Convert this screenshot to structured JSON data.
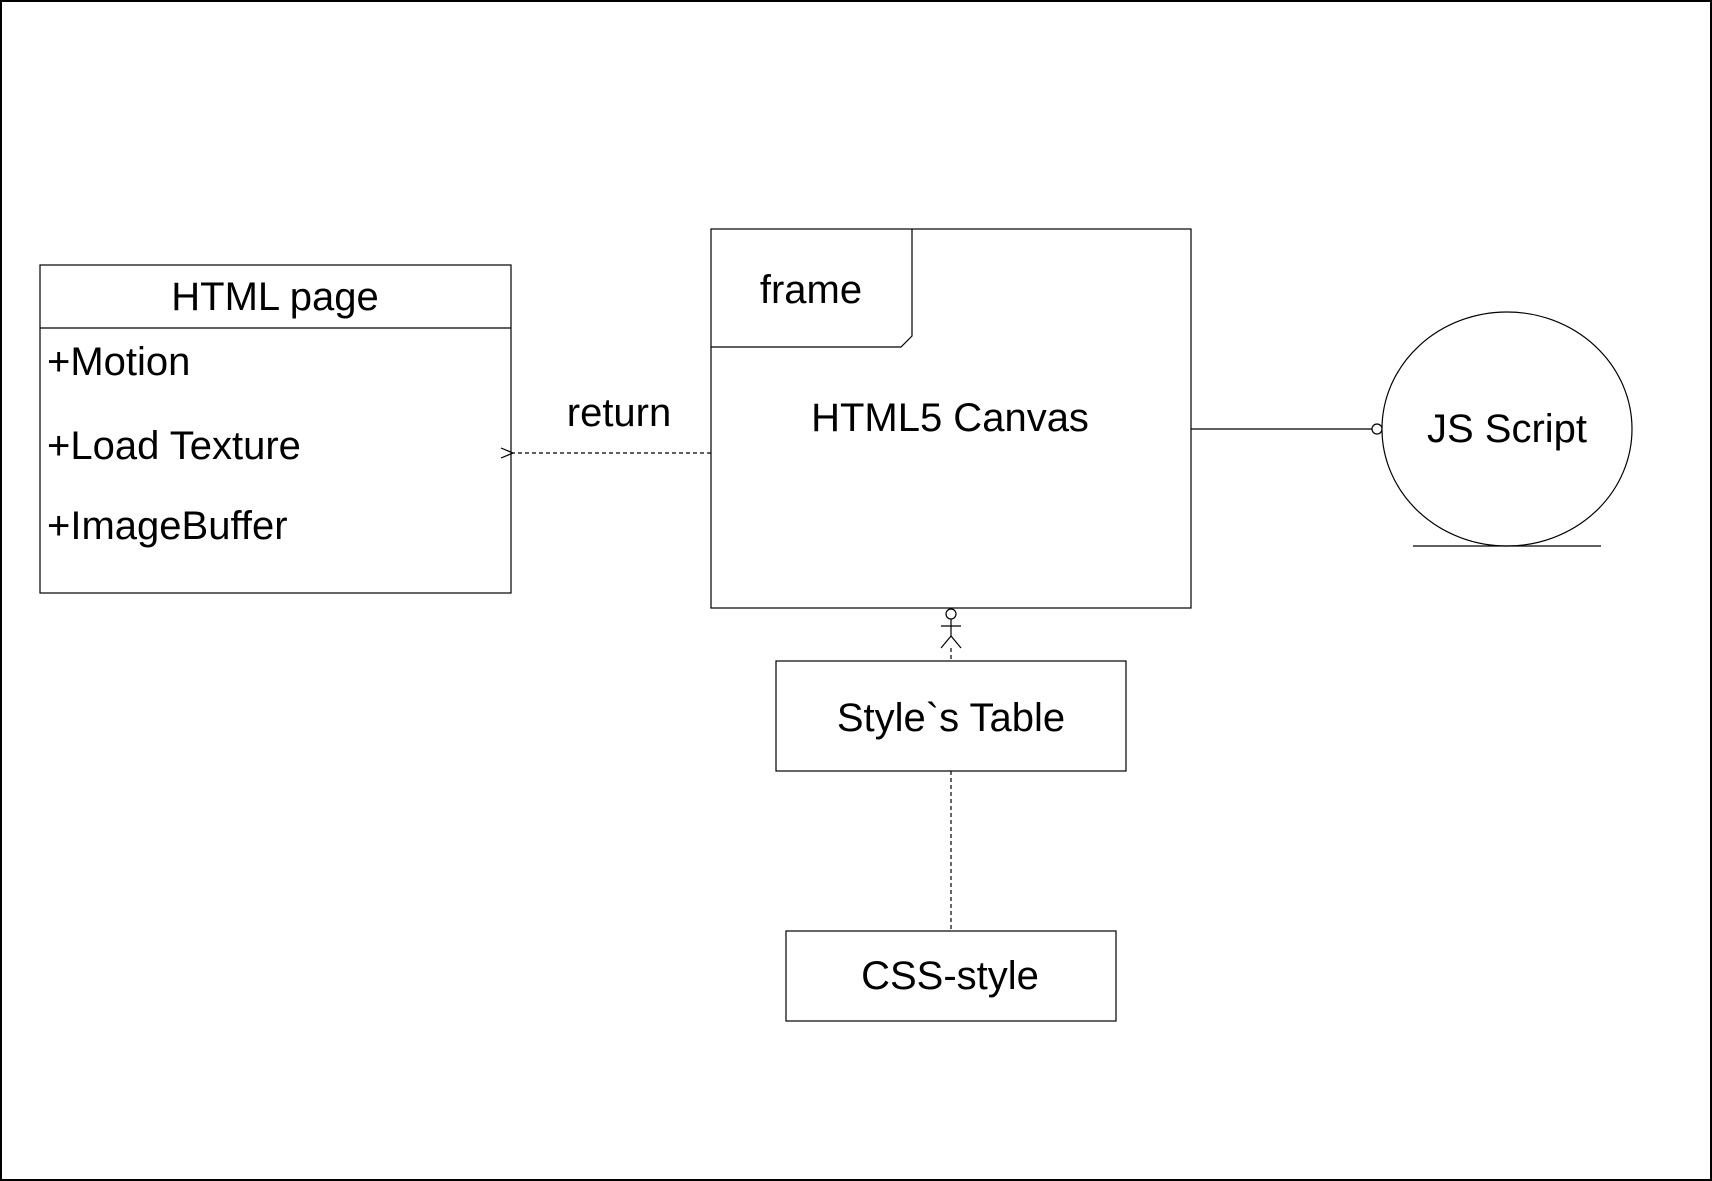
{
  "diagram": {
    "html_page": {
      "title": "HTML page",
      "attributes": [
        "+Motion",
        "+Load Texture",
        "+ImageBuffer"
      ]
    },
    "canvas": {
      "frame_label": "frame",
      "label": "HTML5 Canvas"
    },
    "return_label": "return",
    "js_script": {
      "label": "JS Script"
    },
    "styles_table": {
      "label": "Style`s Table"
    },
    "css_style": {
      "label": "CSS-style"
    },
    "colors": {
      "stroke": "#000000",
      "background": "#ffffff"
    }
  }
}
